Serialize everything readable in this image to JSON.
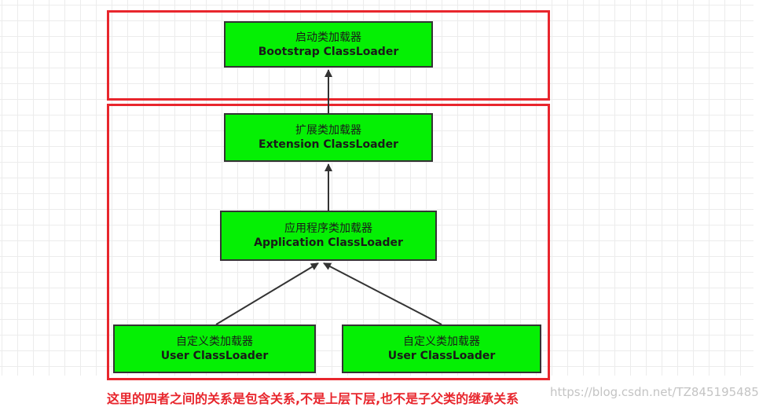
{
  "nodes": {
    "bootstrap": {
      "cn": "启动类加载器",
      "en": "Bootstrap ClassLoader"
    },
    "extension": {
      "cn": "扩展类加载器",
      "en": "Extension ClassLoader"
    },
    "application": {
      "cn": "应用程序类加载器",
      "en": "Application ClassLoader"
    },
    "user_left": {
      "cn": "自定义类加载器",
      "en": "User ClassLoader"
    },
    "user_right": {
      "cn": "自定义类加载器",
      "en": "User ClassLoader"
    }
  },
  "caption": "这里的四者之间的关系是包含关系,不是上层下层,也不是子父类的继承关系",
  "watermark": "https://blog.csdn.net/TZ845195485",
  "colors": {
    "node_fill": "#05f004",
    "frame": "#e8262d",
    "caption": "#e8262d"
  }
}
